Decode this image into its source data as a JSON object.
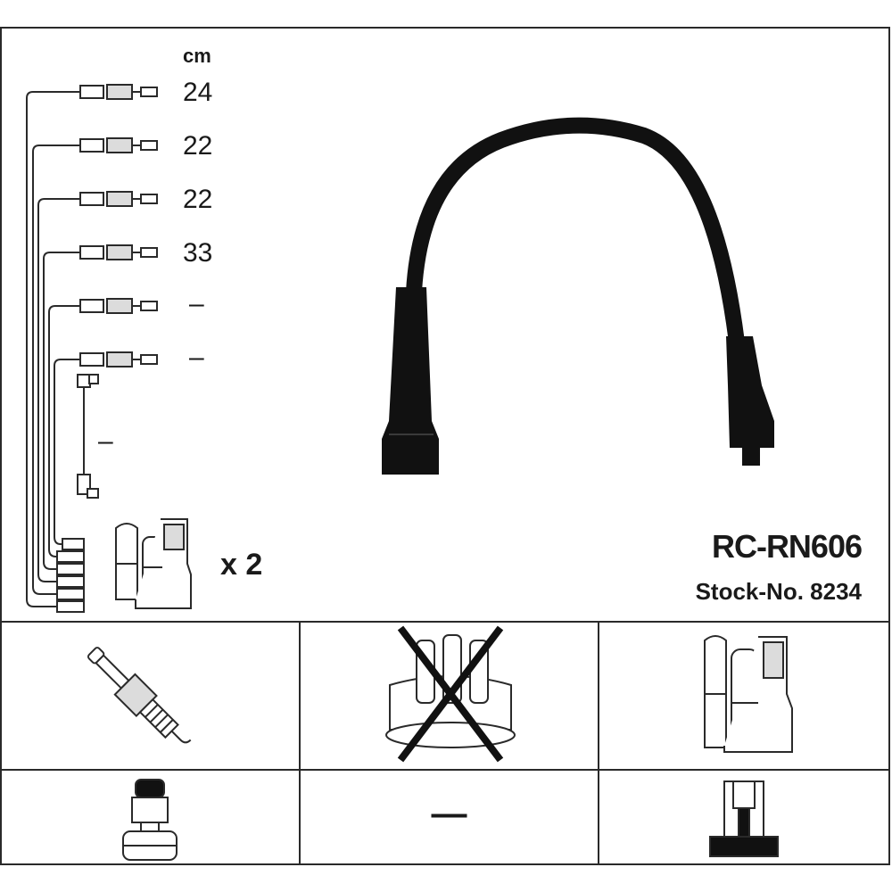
{
  "header": {
    "unit": "cm"
  },
  "leads": [
    {
      "length": "24"
    },
    {
      "length": "22"
    },
    {
      "length": "22"
    },
    {
      "length": "33"
    },
    {
      "length": "–"
    },
    {
      "length": "–"
    },
    {
      "length": "–"
    }
  ],
  "multiplier": "x 2",
  "product": {
    "model": "RC-RN606",
    "stock": "Stock-No. 8234"
  },
  "grid": {
    "no_part_dash": "—"
  },
  "colors": {
    "line": "#2a2a2a",
    "cable": "#111111",
    "fill_light": "#ffffff",
    "fill_gray": "#dcdcdc"
  }
}
